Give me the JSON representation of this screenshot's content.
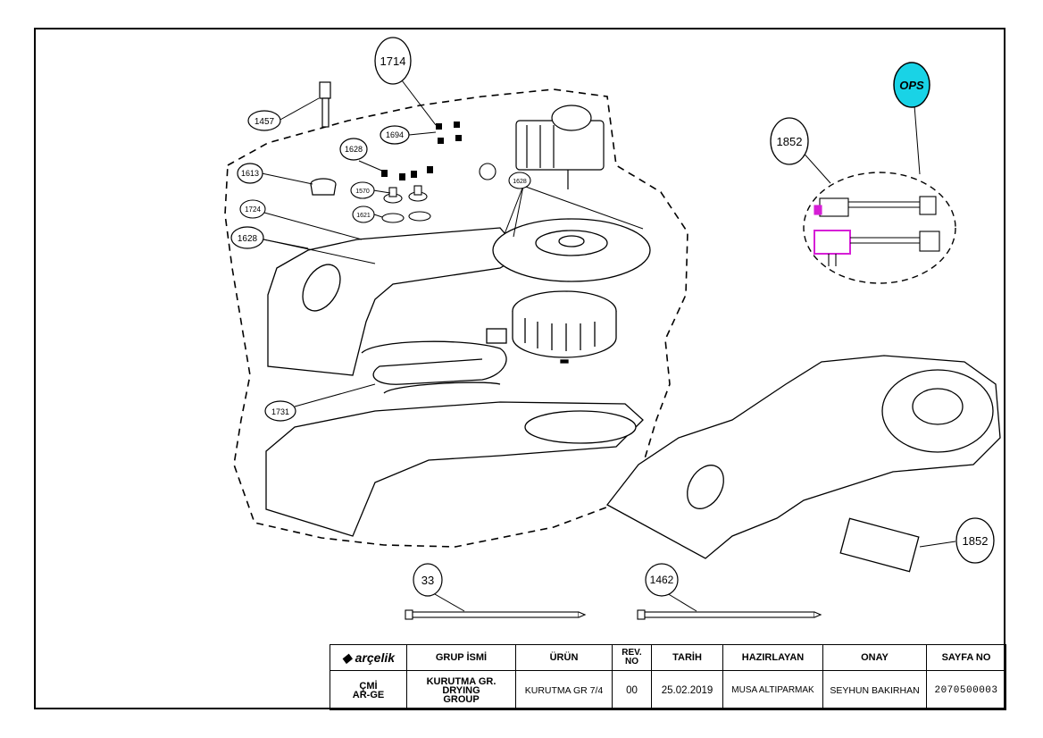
{
  "callouts": {
    "c1714": "1714",
    "c1457": "1457",
    "c1694": "1694",
    "c1628a": "1628",
    "c1613": "1613",
    "c1570": "1570",
    "c1621": "1621",
    "c1628b": "1628",
    "c1724": "1724",
    "c1628c": "1628",
    "c1731": "1731",
    "c1852a": "1852",
    "c1852b": "1852",
    "cOps": "OPS",
    "c33": "33",
    "c1462": "1462"
  },
  "colors": {
    "ops_fill": "#19d3e6",
    "connector_magenta": "#d61fd6",
    "line": "#000000"
  },
  "title_block": {
    "logo": "arçelik",
    "headers": {
      "group_name": "GRUP İSMİ",
      "product": "ÜRÜN",
      "rev": "REV. NO",
      "date": "TARİH",
      "prepared_by": "HAZIRLAYAN",
      "approval": "ONAY",
      "page_no": "SAYFA NO"
    },
    "values": {
      "department_line1": "ÇMİ",
      "department_line2": "AR-GE",
      "group_line1": "KURUTMA GR.",
      "group_line2": "DRYING",
      "group_line3": "GROUP",
      "product": "KURUTMA GR 7/4",
      "rev": "00",
      "date": "25.02.2019",
      "prepared_by": "MUSA ALTIPARMAK",
      "approval": "SEYHUN BAKIRHAN",
      "page_no": "2070500003"
    }
  }
}
